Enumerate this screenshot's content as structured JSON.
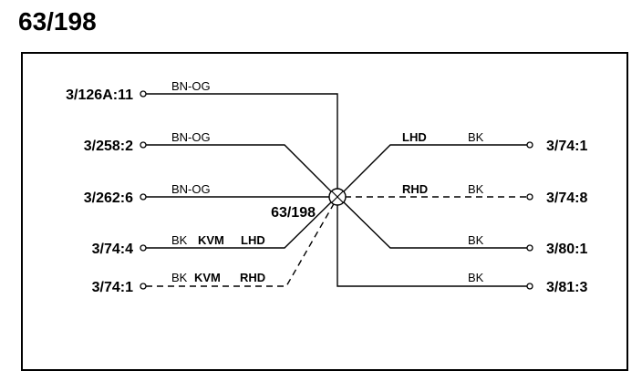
{
  "page": {
    "title": "63/198"
  },
  "diagram": {
    "splice": {
      "label": "63/198"
    },
    "left_connectors": [
      {
        "id": "3/126A:11",
        "wire_color": "BN-OG",
        "note": "",
        "variant": "",
        "dashed": false
      },
      {
        "id": "3/258:2",
        "wire_color": "BN-OG",
        "note": "",
        "variant": "",
        "dashed": false
      },
      {
        "id": "3/262:6",
        "wire_color": "BN-OG",
        "note": "",
        "variant": "",
        "dashed": false
      },
      {
        "id": "3/74:4",
        "wire_color": "BK",
        "note": "KVM",
        "variant": "LHD",
        "dashed": false
      },
      {
        "id": "3/74:1",
        "wire_color": "BK",
        "note": "KVM",
        "variant": "RHD",
        "dashed": true
      }
    ],
    "right_connectors": [
      {
        "id": "3/74:1",
        "wire_color": "BK",
        "variant": "LHD",
        "dashed": false
      },
      {
        "id": "3/74:8",
        "wire_color": "BK",
        "variant": "RHD",
        "dashed": true
      },
      {
        "id": "3/80:1",
        "wire_color": "BK",
        "variant": "",
        "dashed": false
      },
      {
        "id": "3/81:3",
        "wire_color": "BK",
        "variant": "",
        "dashed": false
      }
    ]
  }
}
